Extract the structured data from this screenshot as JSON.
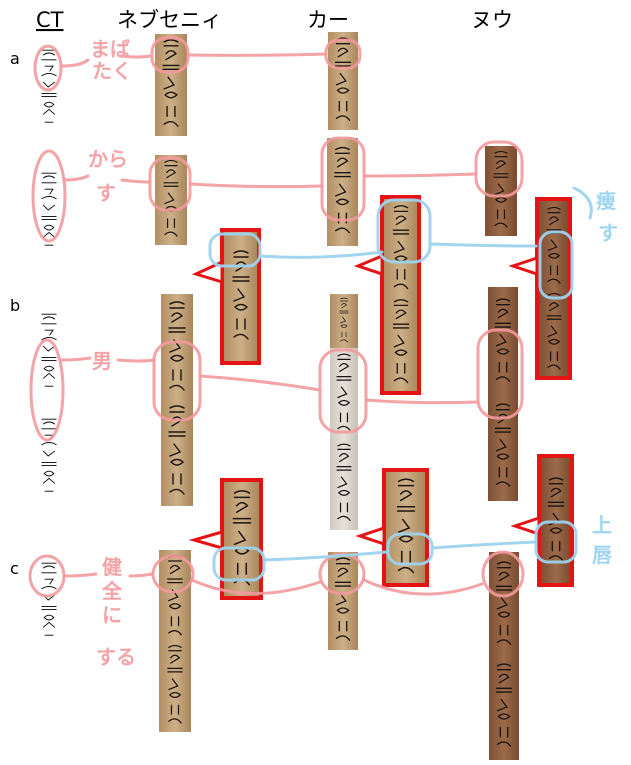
{
  "headers": {
    "ct": "CT",
    "nebseni": "ネブセニィ",
    "ka": "カー",
    "nu": "ヌウ"
  },
  "rows": {
    "a": "a",
    "b": "b",
    "c": "c"
  },
  "annotations": {
    "blink_line1": "まば",
    "blink_line2": "たく",
    "sharpen_line1": "から",
    "sharpen_line2": "す",
    "man": "男",
    "provide_line1": "健",
    "provide_line2": "全",
    "provide_line3": "に",
    "provide_line4": "する",
    "emaciate_line1": "痩",
    "emaciate_line2": "す",
    "upper_lip_line1": "上",
    "upper_lip_line2": "唇"
  },
  "colors": {
    "pink_annotation": "#f4a3a6",
    "blue_annotation": "#9fd6ef",
    "red_box": "#e41414",
    "papyrus_light": "#c7a67b",
    "papyrus_dark": "#8a5a3c",
    "papyrus_pale": "#d9d6cf"
  }
}
